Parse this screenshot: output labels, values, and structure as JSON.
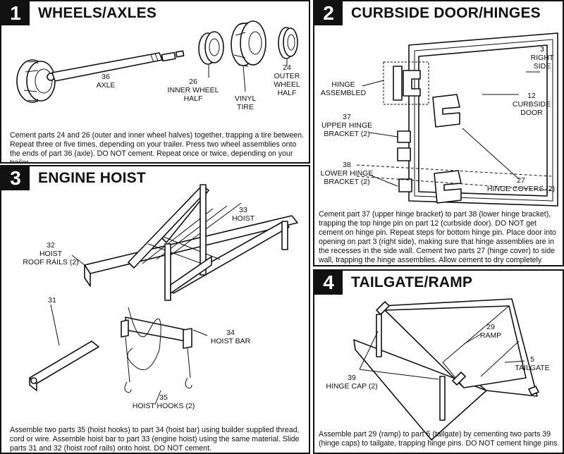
{
  "steps": [
    {
      "number": "1",
      "title": "WHEELS/AXLES",
      "description": "Cement parts 24 and 26 (outer and inner wheel halves) together, trapping a tire between. Repeat three or five times, depending on your trailer. Press two wheel assemblies onto the ends of part 36 (axle). DO NOT cement. Repeat once or twice, depending on your trailer.",
      "labels": {
        "axle": [
          "36",
          "AXLE"
        ],
        "inner_wheel": [
          "26",
          "INNER WHEEL",
          "HALF"
        ],
        "vinyl_tire": [
          "VINYL",
          "TIRE"
        ],
        "outer_wheel": [
          "24",
          "OUTER",
          "WHEEL",
          "HALF"
        ]
      }
    },
    {
      "number": "2",
      "title": "CURBSIDE DOOR/HINGES",
      "description": "Cement part 37 (upper hinge bracket) to part 38 (lower hinge bracket), trapping the top hinge pin on part 12 (curbside door). DO NOT get cement on hinge pin. Repeat steps for bottom hinge pin. Place door into opening on part 3 (right side), making sure that hinge assemblies are in the recesses in the side wall. Cement two parts 27 (hinge cover) to side wall, trapping the hinge assemblies. Allow cement to dry completely before moving hinges.",
      "labels": {
        "right_side": [
          "3",
          "RIGHT",
          "SIDE"
        ],
        "hinge_assembled": [
          "HINGE",
          "ASSEMBLED"
        ],
        "curbside_door": [
          "12",
          "CURBSIDE",
          "DOOR"
        ],
        "upper_bracket": [
          "37",
          "UPPER HINGE",
          "BRACKET (2)"
        ],
        "lower_bracket": [
          "38",
          "LOWER HINGE",
          "BRACKET (2)"
        ],
        "hinge_covers": [
          "27",
          "HINGE COVERS (2)"
        ]
      }
    },
    {
      "number": "3",
      "title": "ENGINE HOIST",
      "description": "Assemble two parts 35 (hoist hooks) to part 34 (hoist bar) using builder supplied thread, cord or wire. Assemble hoist bar to part 33 (engine hoist) using the same material. Slide parts 31 and 32 (hoist roof rails) onto hoist. DO NOT cement.",
      "labels": {
        "hoist": [
          "33",
          "HOIST"
        ],
        "roof_rails": [
          "32",
          "HOIST",
          "ROOF RAILS (2)"
        ],
        "part31": [
          "31"
        ],
        "hoist_bar": [
          "34",
          "HOIST BAR"
        ],
        "hoist_hooks": [
          "35",
          "HOIST HOOKS (2)"
        ]
      }
    },
    {
      "number": "4",
      "title": "TAILGATE/RAMP",
      "description": "Assemble part 29 (ramp) to part 5 (tailgate) by cementing two parts 39 (hinge caps) to tailgate, trapping hinge pins. DO NOT cement hinge pins.",
      "labels": {
        "ramp": [
          "29",
          "RAMP"
        ],
        "tailgate": [
          "5",
          "TAILGATE"
        ],
        "hinge_cap": [
          "39",
          "HINGE CAP (2)"
        ]
      }
    }
  ]
}
